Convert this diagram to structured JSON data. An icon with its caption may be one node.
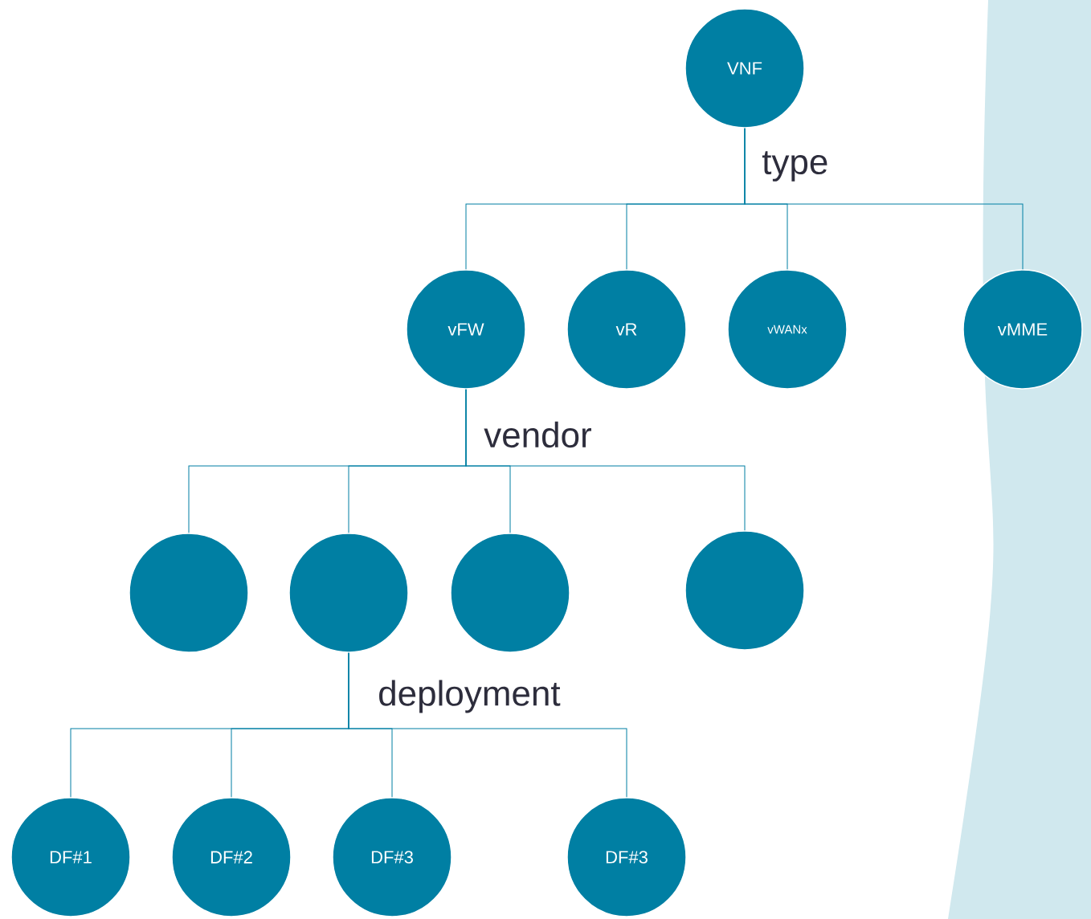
{
  "diagram": {
    "nodes": [
      {
        "text": [
          "VNF"
        ]
      },
      {
        "text": [
          "vFW"
        ]
      },
      {
        "text": [
          "vR"
        ]
      },
      {
        "text": [
          "vWANx"
        ]
      },
      {
        "text": [
          "vMME"
        ]
      },
      {
        "text": [],
        "shape": "circle"
      },
      {
        "text": [],
        "shape": "circle"
      },
      {
        "text": [],
        "shape": "circle"
      },
      {
        "text": [],
        "shape": "circle"
      },
      {
        "text": [
          "DF#1"
        ]
      },
      {
        "text": [
          "DF#2"
        ]
      },
      {
        "text": [
          "DF#3"
        ]
      },
      {
        "text": [
          "DF#3"
        ]
      }
    ],
    "edges": [
      {
        "from": 0,
        "to": 1,
        "arrow": "none"
      },
      {
        "from": 0,
        "to": 2,
        "arrow": "none"
      },
      {
        "from": 0,
        "to": 3,
        "arrow": "none"
      },
      {
        "from": 0,
        "to": 4,
        "arrow": "none"
      },
      {
        "from": 1,
        "to": 5,
        "arrow": "none"
      },
      {
        "from": 1,
        "to": 6,
        "arrow": "none"
      },
      {
        "from": 1,
        "to": 7,
        "arrow": "none"
      },
      {
        "from": 1,
        "to": 8,
        "arrow": "none"
      },
      {
        "from": 6,
        "to": 9,
        "arrow": "none"
      },
      {
        "from": 6,
        "to": 10,
        "arrow": "none"
      },
      {
        "from": 6,
        "to": 11,
        "arrow": "none"
      },
      {
        "from": 6,
        "to": 12,
        "arrow": "none"
      }
    ],
    "labels": [
      "type",
      "vendor",
      "deployment"
    ]
  }
}
